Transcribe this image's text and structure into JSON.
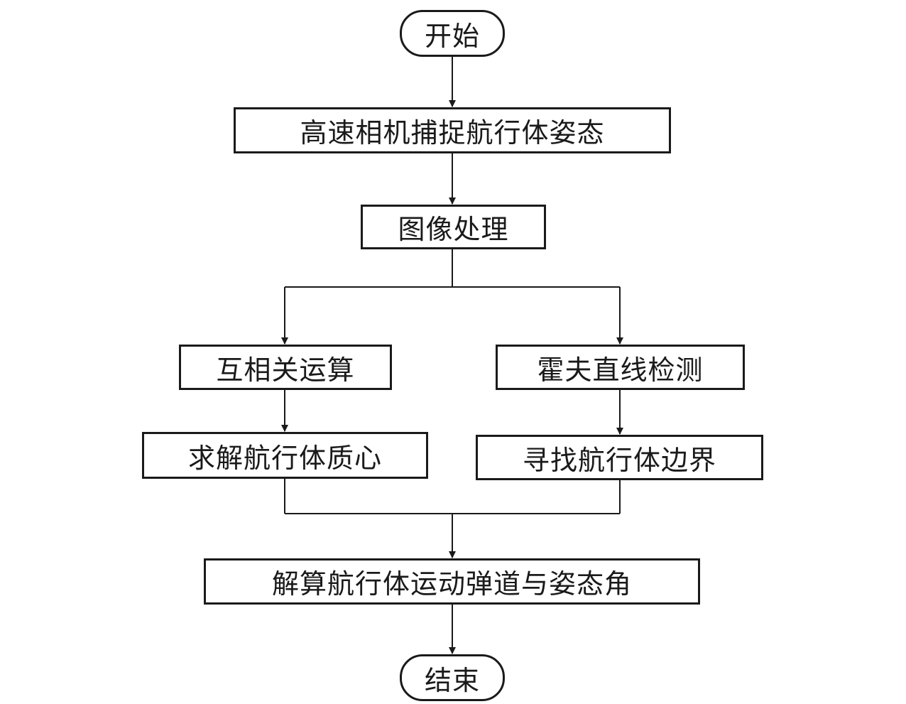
{
  "flowchart": {
    "start": "开始",
    "capture": "高速相机捕捉航行体姿态",
    "image_processing": "图像处理",
    "cross_correlation": "互相关运算",
    "hough_detection": "霍夫直线检测",
    "centroid": "求解航行体质心",
    "boundary": "寻找航行体边界",
    "solve": "解算航行体运动弹道与姿态角",
    "end": "结束"
  },
  "colors": {
    "stroke": "#1a1a1a",
    "background": "#ffffff"
  }
}
